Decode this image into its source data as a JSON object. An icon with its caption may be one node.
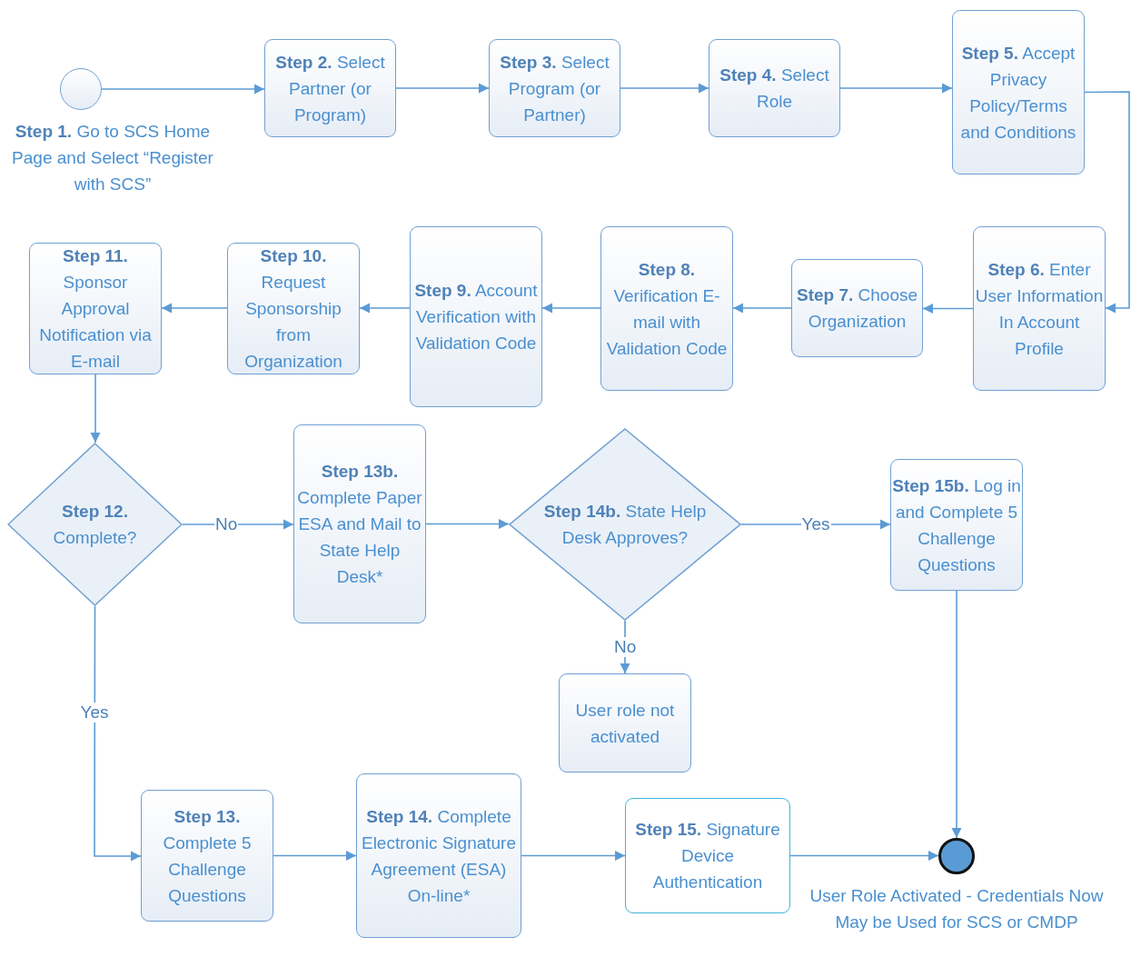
{
  "diagram": {
    "nodes": [
      {
        "text": [],
        "shape": "circle",
        "beside": [
          "**Step 1.** Go to SCS Home Page and Select “Register with SCS”"
        ]
      },
      {
        "text": [
          "**Step 2.** Select Partner (or Program)"
        ]
      },
      {
        "text": [
          "**Step 3.** Select Program (or Partner)"
        ]
      },
      {
        "text": [
          "**Step 4.** Select Role"
        ]
      },
      {
        "text": [
          "**Step 5.** Accept Privacy Policy/Terms and Conditions"
        ]
      },
      {
        "text": [
          "**Step 6.** Enter User Information In Account Profile"
        ]
      },
      {
        "text": [
          "**Step 7.** Choose Organization"
        ]
      },
      {
        "text": [
          "**Step 8.** Verification E-mail with Validation Code"
        ]
      },
      {
        "text": [
          "**Step 9.** Account Verification with Validation Code"
        ]
      },
      {
        "text": [
          "**Step 10.** Request Sponsorship from Organization"
        ]
      },
      {
        "text": [
          "**Step 11.** Sponsor Approval Notification via E-mail"
        ]
      },
      {
        "text": [
          "**Step 12.** Complete?"
        ]
      },
      {
        "text": [
          "**Step 13b.** Complete Paper ESA and Mail to State Help Desk*"
        ]
      },
      {
        "text": [
          "**Step 14b.** State Help Desk Approves?"
        ]
      },
      {
        "text": [
          "**Step 15b.** Log in and Complete 5 Challenge Questions"
        ]
      },
      {
        "text": [
          "User role not activated"
        ]
      },
      {
        "text": [
          "**Step 13.** Complete 5 Challenge Questions"
        ]
      },
      {
        "text": [
          "**Step 14.** Complete Electronic Signature Agreement (ESA) On-line*"
        ]
      },
      {
        "text": [
          "**Step 15.** Signature Device Authentication"
        ]
      },
      {
        "text": [],
        "shape": "circle",
        "beside": [
          "User Role Activated - Credentials Now May be Used for SCS or CMDP"
        ]
      }
    ],
    "edges": [
      {
        "from": 0,
        "to": 1,
        "arrow": "to"
      },
      {
        "from": 1,
        "to": 2,
        "arrow": "to"
      },
      {
        "from": 2,
        "to": 3,
        "arrow": "to"
      },
      {
        "from": 3,
        "to": 4,
        "arrow": "to"
      },
      {
        "from": 4,
        "to": 5,
        "arrow": "to"
      },
      {
        "from": 5,
        "to": 6,
        "arrow": "to"
      },
      {
        "from": 6,
        "to": 7,
        "arrow": "to"
      },
      {
        "from": 7,
        "to": 8,
        "arrow": "to"
      },
      {
        "from": 8,
        "to": 9,
        "arrow": "to"
      },
      {
        "from": 9,
        "to": 10,
        "arrow": "to"
      },
      {
        "from": 10,
        "to": 11,
        "arrow": "to"
      },
      {
        "from": 11,
        "to": 12,
        "arrow": "to",
        "label": "No"
      },
      {
        "from": 12,
        "to": 13,
        "arrow": "to"
      },
      {
        "from": 13,
        "to": 14,
        "arrow": "to",
        "label": "Yes"
      },
      {
        "from": 13,
        "to": 15,
        "arrow": "to",
        "label": "No"
      },
      {
        "from": 11,
        "to": 16,
        "arrow": "to",
        "label": "Yes"
      },
      {
        "from": 16,
        "to": 17,
        "arrow": "to"
      },
      {
        "from": 17,
        "to": 18,
        "arrow": "to"
      },
      {
        "from": 18,
        "to": 19,
        "arrow": "to"
      },
      {
        "from": 14,
        "to": 19,
        "arrow": "to"
      }
    ]
  }
}
